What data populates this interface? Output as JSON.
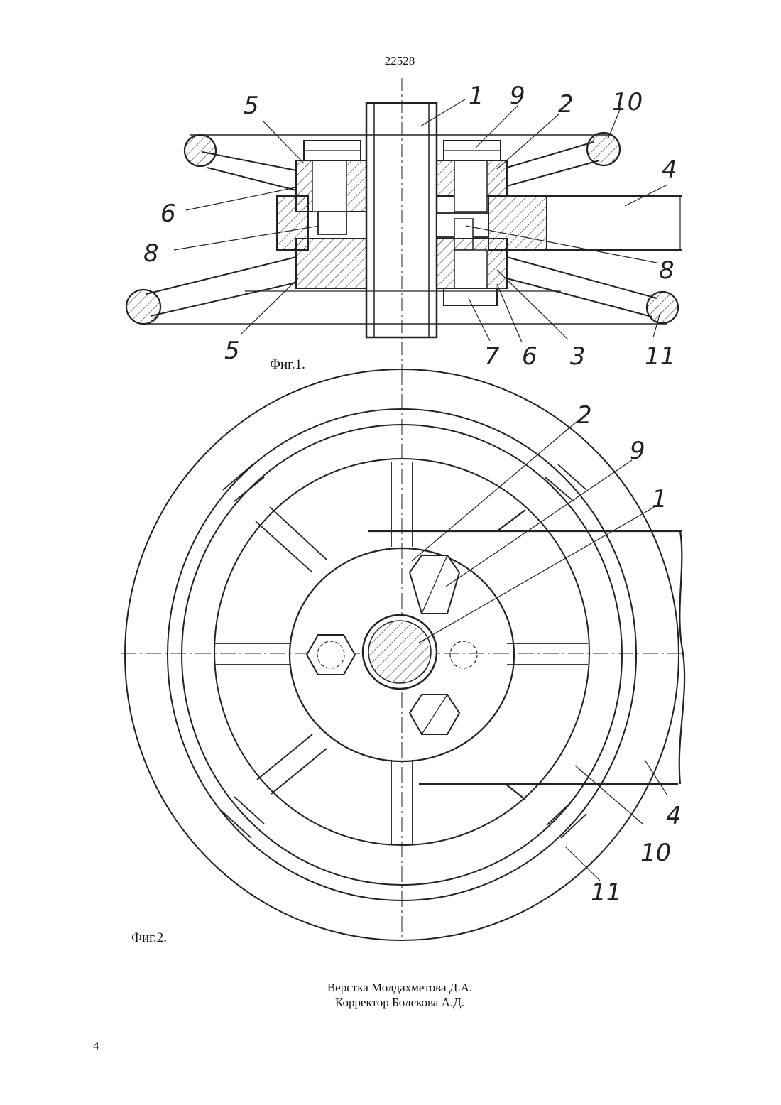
{
  "header": {
    "patent_number": "22528"
  },
  "figure1": {
    "caption": "Фиг.1.",
    "labels": {
      "l1": "1",
      "l2": "2",
      "l3": "3",
      "l4": "4",
      "l5a": "5",
      "l5b": "5",
      "l6a": "6",
      "l6b": "6",
      "l7": "7",
      "l8a": "8",
      "l8b": "8",
      "l9": "9",
      "l10": "10",
      "l11": "11"
    }
  },
  "figure2": {
    "caption": "Фиг.2.",
    "labels": {
      "l1": "1",
      "l2": "2",
      "l4": "4",
      "l9": "9",
      "l10": "10",
      "l11": "11"
    }
  },
  "footer": {
    "layout": "Верстка Молдахметова Д.А.",
    "corrector": "Корректор Болекова А.Д.",
    "page_number": "4"
  }
}
